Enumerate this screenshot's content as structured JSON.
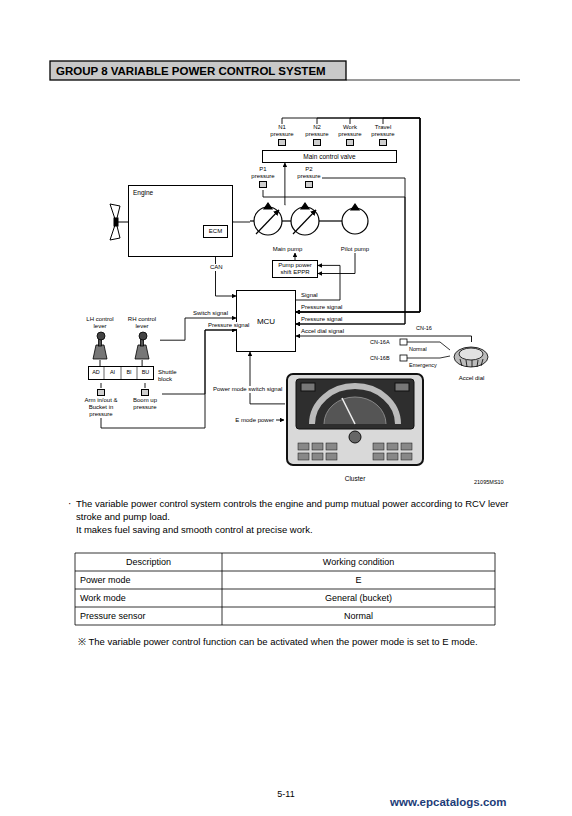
{
  "diagram": {
    "title": "GROUP 8 VARIABLE POWER CONTROL SYSTEM",
    "nodes": [
      {
        "text": [
          "Main control valve"
        ]
      },
      {
        "text": [
          "N1 pressure"
        ]
      },
      {
        "text": [
          "N2 pressure"
        ]
      },
      {
        "text": [
          "Work pressure"
        ]
      },
      {
        "text": [
          "Travel pressure"
        ]
      },
      {
        "text": [
          "P1 pressure"
        ]
      },
      {
        "text": [
          "P2 pressure"
        ]
      },
      {
        "text": [
          "Engine"
        ]
      },
      {
        "text": [
          "ECM"
        ],
        "in": 7
      },
      {
        "text": [
          "Main pump"
        ]
      },
      {
        "text": [
          "Pilot pump"
        ]
      },
      {
        "text": [
          "Pump power shift EPPR"
        ]
      },
      {
        "text": [
          "MCU"
        ]
      },
      {
        "text": [
          "LH control lever"
        ]
      },
      {
        "text": [
          "RH control lever"
        ]
      },
      {
        "text": [
          "Shuttle block"
        ]
      },
      {
        "text": [
          "Arm in/out & Bucket in pressure"
        ]
      },
      {
        "text": [
          "Boom up pressure"
        ]
      },
      {
        "text": [
          "Accel dial"
        ]
      },
      {
        "text": [
          "Cluster"
        ]
      }
    ],
    "edges": [
      {
        "from": 12,
        "to": 11,
        "label": "Signal",
        "arrow": "to"
      },
      {
        "from": 1,
        "to": 12,
        "label": "Pressure signal",
        "arrow": "to"
      },
      {
        "from": 2,
        "to": 12,
        "arrow": "to"
      },
      {
        "from": 3,
        "to": 12,
        "arrow": "to"
      },
      {
        "from": 4,
        "to": 12,
        "arrow": "to"
      },
      {
        "from": 5,
        "to": 12,
        "label": "Pressure signal",
        "arrow": "to"
      },
      {
        "from": 6,
        "to": 12,
        "arrow": "to"
      },
      {
        "from": 18,
        "to": 12,
        "label": "Accel dial signal",
        "arrow": "to"
      },
      {
        "from": 19,
        "to": 12,
        "label": "Power mode switch signal",
        "arrow": "to"
      },
      {
        "from": 12,
        "to": 8,
        "label": "CAN",
        "arrow": "both"
      },
      {
        "from": 14,
        "to": 12,
        "label": "Switch signal",
        "arrow": "to"
      },
      {
        "from": 17,
        "to": 12,
        "label": "Pressure signal",
        "arrow": "to"
      },
      {
        "from": 16,
        "to": 12,
        "arrow": "to"
      },
      {
        "from": 7,
        "to": 9,
        "arrow": "none"
      },
      {
        "from": 11,
        "to": 9,
        "arrow": "to"
      },
      {
        "from": 10,
        "to": 11,
        "arrow": "to"
      },
      {
        "from": 9,
        "to": 0,
        "arrow": "to"
      },
      {
        "from": 13,
        "to": 15,
        "arrow": "none"
      },
      {
        "from": 14,
        "to": 15,
        "arrow": "none"
      },
      {
        "from": 15,
        "to": 16,
        "arrow": "none"
      },
      {
        "from": 15,
        "to": 17,
        "arrow": "none"
      }
    ],
    "labels": [
      "AD",
      "AI",
      "BI",
      "BU",
      "CN-16A",
      "CN-16",
      "Normal",
      "CN-16B",
      "Emergency",
      "E mode power",
      "21095MS10",
      "·",
      "The variable power control system controls the engine and pump mutual power according to RCV lever stroke and pump load.",
      "It makes fuel saving and smooth control at precise work.",
      "Description",
      "Working condition",
      "Power mode",
      "E",
      "Work mode",
      "General (bucket)",
      "Pressure sensor",
      "Normal",
      "※ The variable power control function can be activated when the power mode is set to E mode.",
      "5-11",
      "www.epcatalogs.com"
    ]
  }
}
